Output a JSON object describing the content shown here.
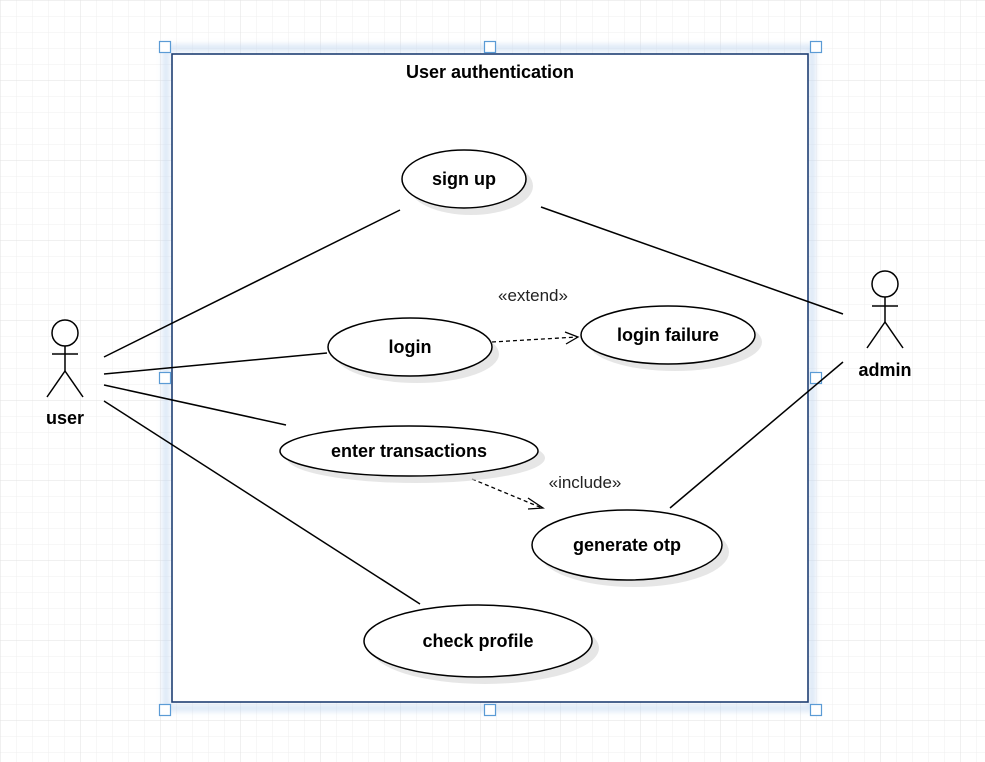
{
  "diagram": {
    "type": "uml-use-case",
    "system_boundary": {
      "title": "User authentication",
      "selected": true
    },
    "actors": [
      {
        "id": "user",
        "label": "user"
      },
      {
        "id": "admin",
        "label": "admin"
      }
    ],
    "use_cases": [
      {
        "id": "sign-up",
        "label": "sign up"
      },
      {
        "id": "login",
        "label": "login"
      },
      {
        "id": "login-failure",
        "label": "login failure"
      },
      {
        "id": "enter-transactions",
        "label": "enter transactions"
      },
      {
        "id": "generate-otp",
        "label": "generate otp"
      },
      {
        "id": "check-profile",
        "label": "check profile"
      }
    ],
    "associations": [
      {
        "from": "user",
        "to": "sign-up"
      },
      {
        "from": "user",
        "to": "login"
      },
      {
        "from": "user",
        "to": "enter-transactions"
      },
      {
        "from": "user",
        "to": "check-profile"
      },
      {
        "from": "admin",
        "to": "sign-up"
      },
      {
        "from": "admin",
        "to": "generate-otp"
      }
    ],
    "dependencies": [
      {
        "from": "login",
        "to": "login-failure",
        "stereotype": "«extend»"
      },
      {
        "from": "enter-transactions",
        "to": "generate-otp",
        "stereotype": "«include»"
      }
    ],
    "colors": {
      "grid": "#e6e6e6",
      "boundary_stroke": "#1f3f73",
      "selection_handle": "#5b9bd5",
      "shadow": "#dcdcdc"
    }
  }
}
